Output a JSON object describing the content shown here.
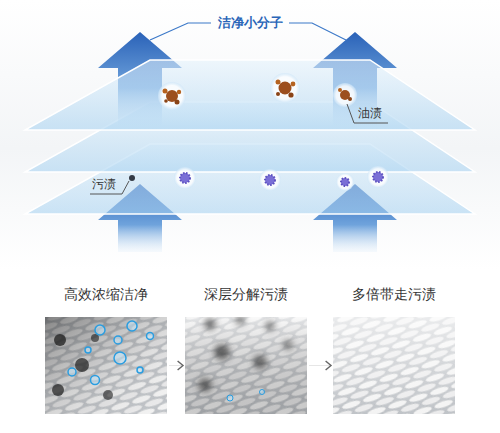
{
  "diagram": {
    "nodes": [
      {
        "text": [
          "高效浓缩洁净"
        ]
      },
      {
        "text": [
          "深层分解污渍"
        ]
      },
      {
        "text": [
          "多倍带走污渍"
        ]
      }
    ],
    "edges": [
      {
        "from": 0,
        "to": 1,
        "arrow": "to"
      },
      {
        "from": 1,
        "to": 2,
        "arrow": "to"
      }
    ],
    "labels": [
      "洁净小分子",
      "油渍",
      "污渍"
    ]
  }
}
